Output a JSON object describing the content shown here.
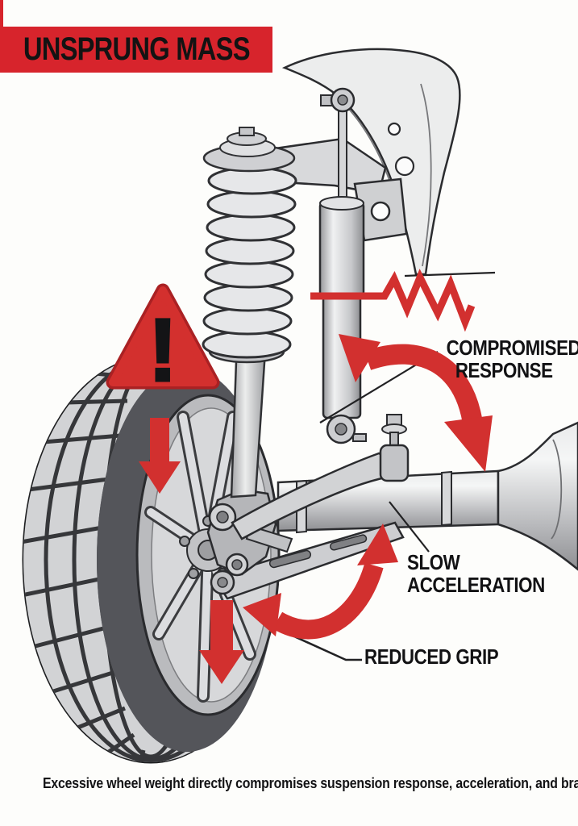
{
  "title": "UNSPRUNG MASS",
  "labels": {
    "compromised_response": {
      "line1": "COMPROMISED",
      "line2": "RESPONSE"
    },
    "slow_acceleration": {
      "line1": "SLOW",
      "line2": "ACCELERATION"
    },
    "reduced_grip": "REDUCED GRIP"
  },
  "caption": "Excessive wheel weight directly compromises suspension response, acceleration, and braking efficiency.",
  "icons": {
    "warning_glyph": "!"
  },
  "colors": {
    "accent_red": "#d7242c",
    "arrow_red": "#d2302f",
    "triangle_red": "#d3302e",
    "triangle_border": "#aa2123",
    "ink": "#141416",
    "line_art": "#2b2c2f"
  }
}
